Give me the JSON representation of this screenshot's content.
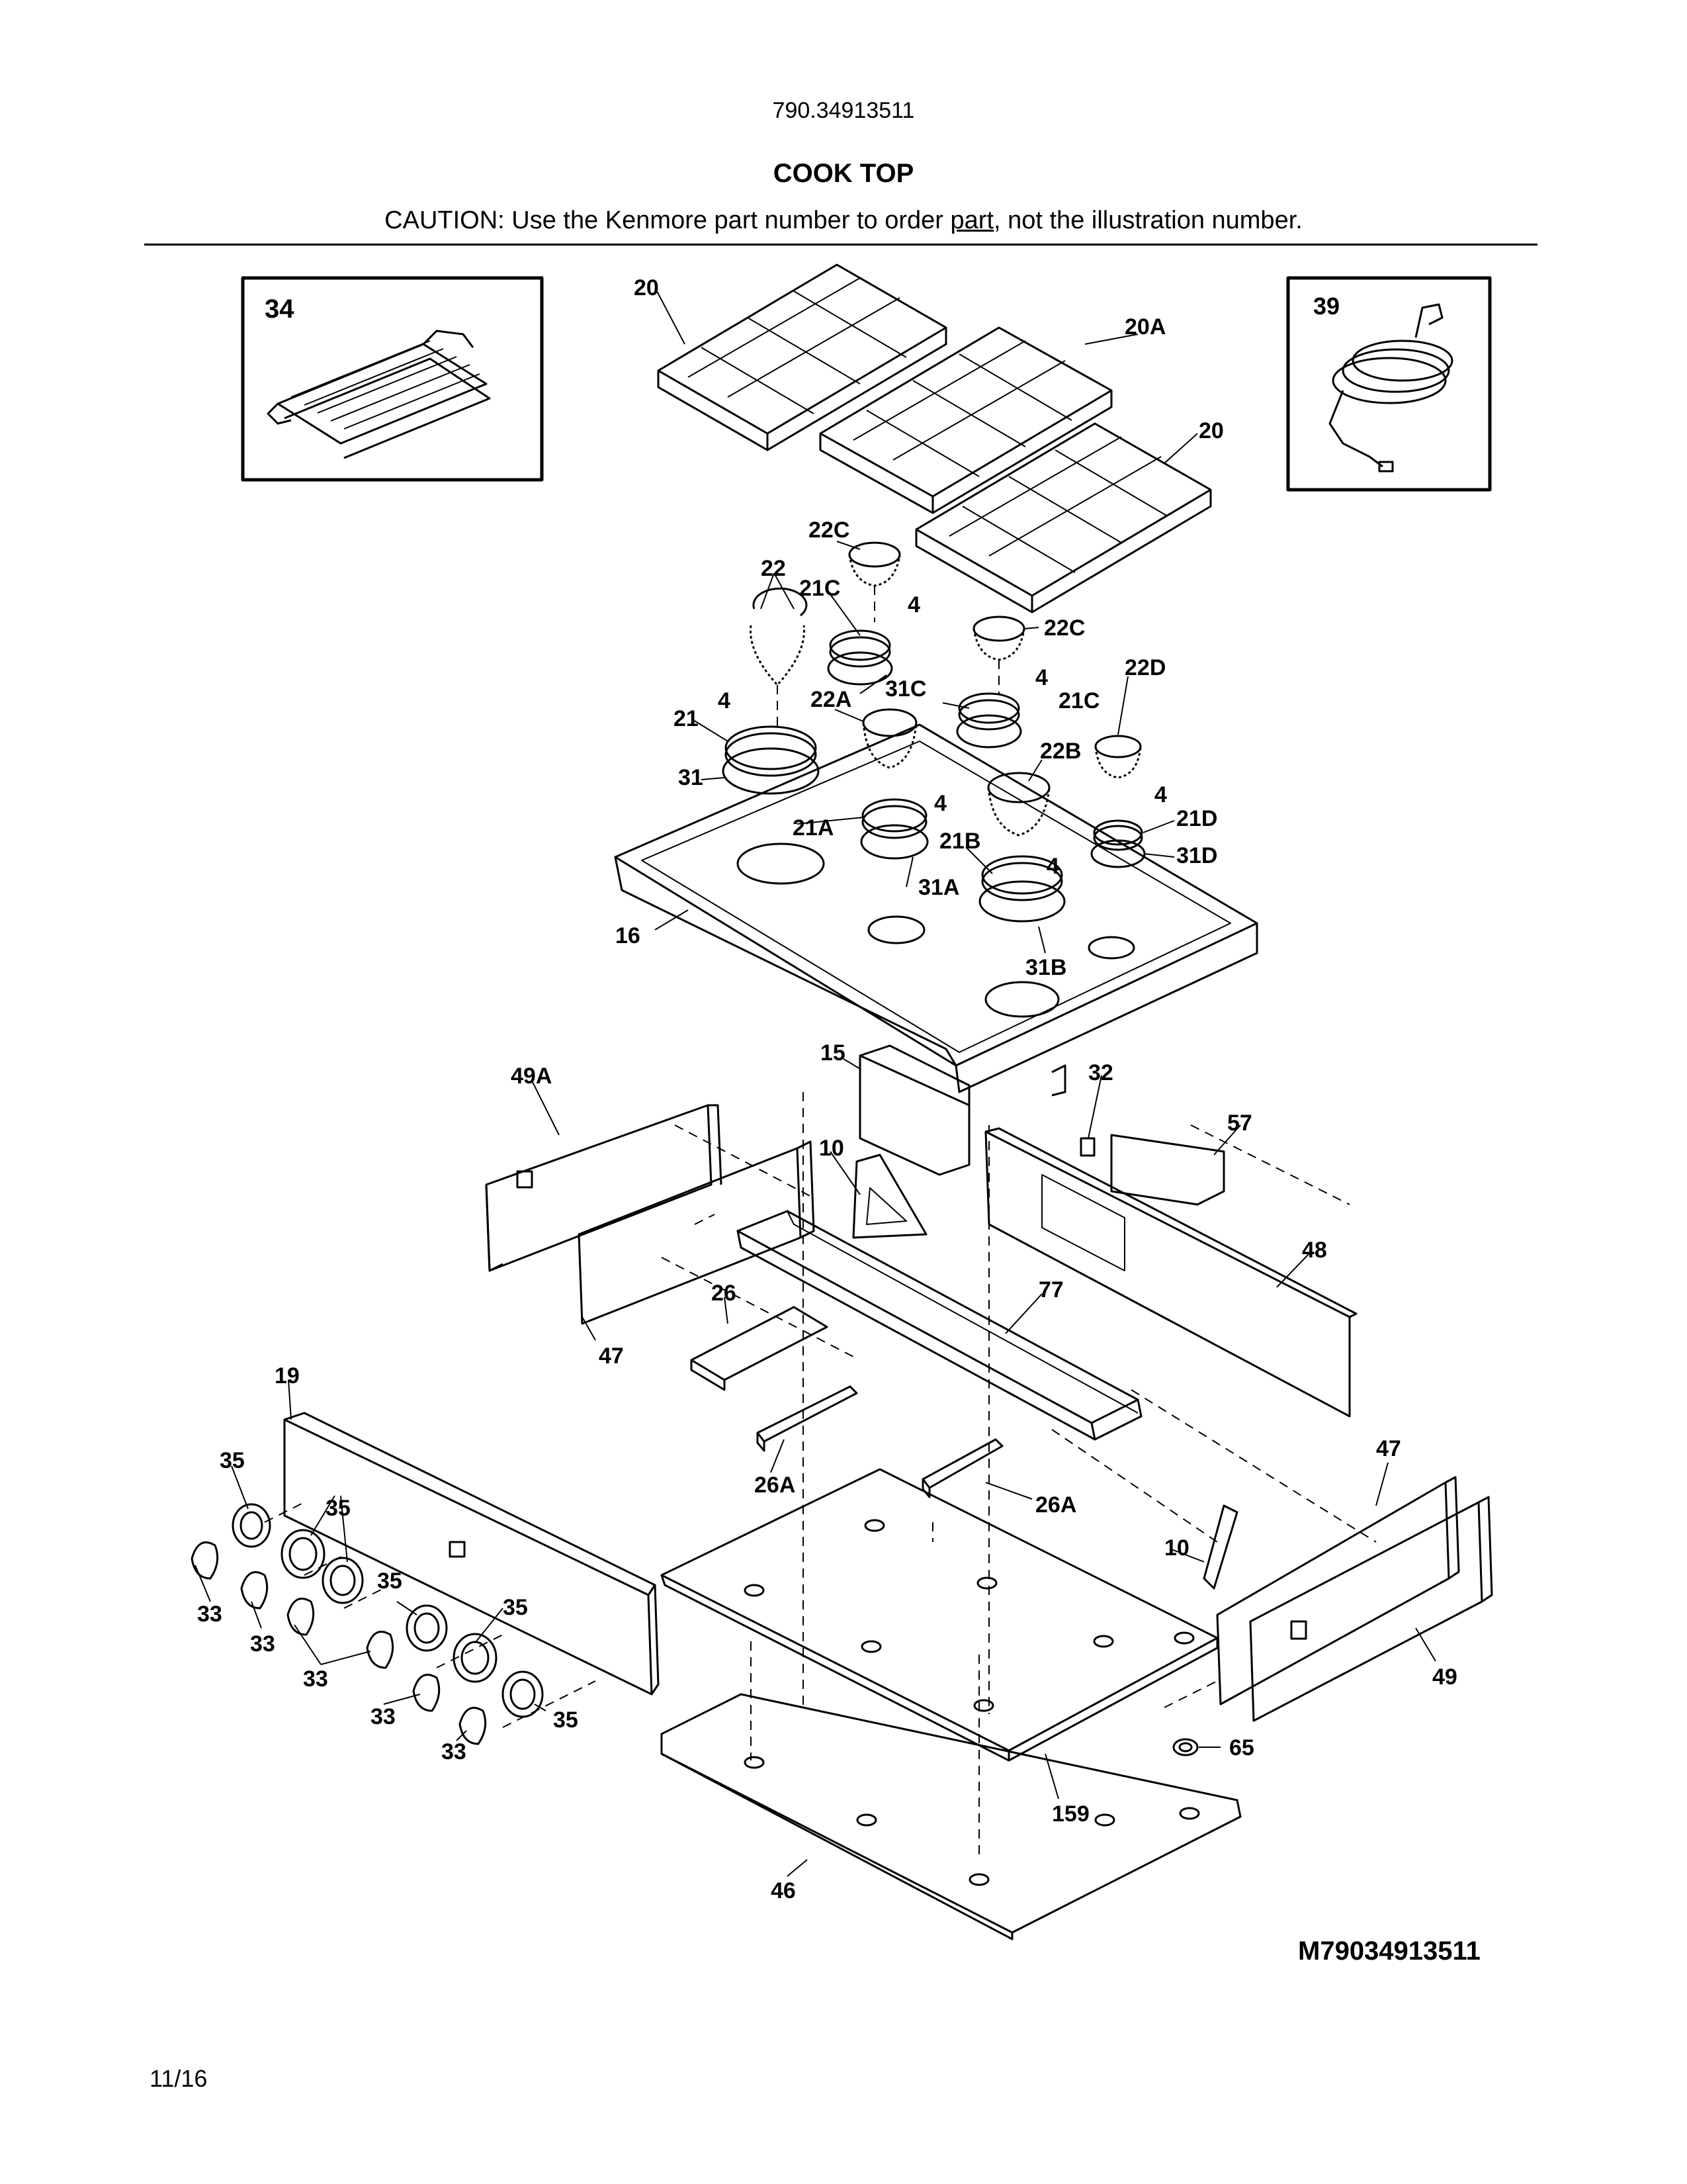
{
  "header": {
    "model": "790.34913511",
    "title": "COOK TOP",
    "caution_prefix": "CAUTION: Use the Kenmore part number to order ",
    "caution_link": "part",
    "caution_suffix": ", not the illustration number."
  },
  "insets": {
    "griddle": "34",
    "cord": "39"
  },
  "labels": {
    "grate_left": "20",
    "grate_center": "20A",
    "grate_right": "20",
    "cap_22c_a": "22C",
    "cap_22c_b": "22C",
    "head_22": "22",
    "burner_21c_a": "21C",
    "burner_21c_b": "21C",
    "screw_a": "4",
    "screw_b": "4",
    "screw_c": "4",
    "screw_d": "4",
    "screw_e": "4",
    "screw_f": "4",
    "ring_31c": "31C",
    "cap_22d": "22D",
    "burner_21": "21",
    "cap_22a": "22A",
    "cap_22b": "22B",
    "ring_31": "31",
    "burner_21a": "21A",
    "burner_21b": "21B",
    "burner_21d": "21D",
    "ring_31d": "31D",
    "ring_31a": "31A",
    "cooktop_16": "16",
    "ring_31b": "31B",
    "shield_15": "15",
    "panel_49a": "49A",
    "spacer_32": "32",
    "bracket_57": "57",
    "deflector_10a": "10",
    "panel_48": "48",
    "bracket_26": "26",
    "channel_77": "77",
    "panel_47a": "47",
    "panel_19": "19",
    "bezel_35a": "35",
    "bezel_35b": "35",
    "bezel_35c": "35",
    "bezel_35d": "35",
    "bezel_35e": "35",
    "bracket_26a_a": "26A",
    "bracket_26a_b": "26A",
    "panel_47b": "47",
    "knob_33a": "33",
    "knob_33b": "33",
    "knob_33c": "33",
    "knob_33d": "33",
    "knob_33e": "33",
    "deflector_10b": "10",
    "panel_49": "49",
    "grommet_65": "65",
    "pan_159": "159",
    "pan_46": "46"
  },
  "footer": {
    "doc_id": "M79034913511",
    "date": "11/16"
  }
}
